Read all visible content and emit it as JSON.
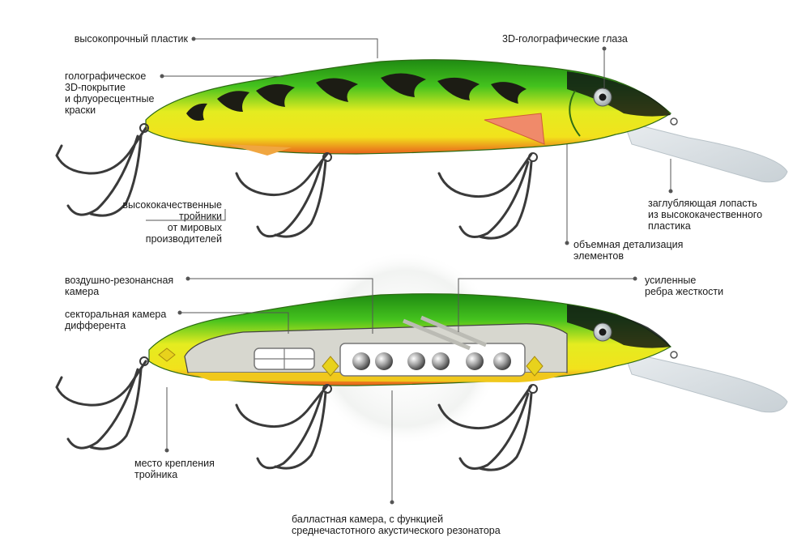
{
  "labels": {
    "high_strength_plastic": "высокопрочный пластик",
    "holographic_coating": "голографическое\n3D-покрытие\nи флуоресцентные\nкраски",
    "holographic_eyes": "3D-голографические глаза",
    "quality_trebles": "высококачественные\nтройники\nот мировых\nпроизводителей",
    "diving_lip": "заглубляющая лопасть\nиз высококачественного\nпластика",
    "volume_detail": "объемная детализация\nэлементов",
    "air_chamber": "воздушно-резонансная\nкамера",
    "trim_chamber": "секторальная камера\nдифферента",
    "stiffening_ribs": "усиленные\nребра жесткости",
    "hook_mount": "место крепления\nтройника",
    "ballast_chamber": "балластная камера, с функцией\nсреднечастотного акустического резонатора"
  },
  "colors": {
    "body_green": "#2fae1a",
    "body_yellow": "#e8ee1c",
    "belly_orange": "#e8611c",
    "stripe_dark": "#1a1a10",
    "hook_metal": "#3a3a3a",
    "leader_line": "#555555"
  }
}
